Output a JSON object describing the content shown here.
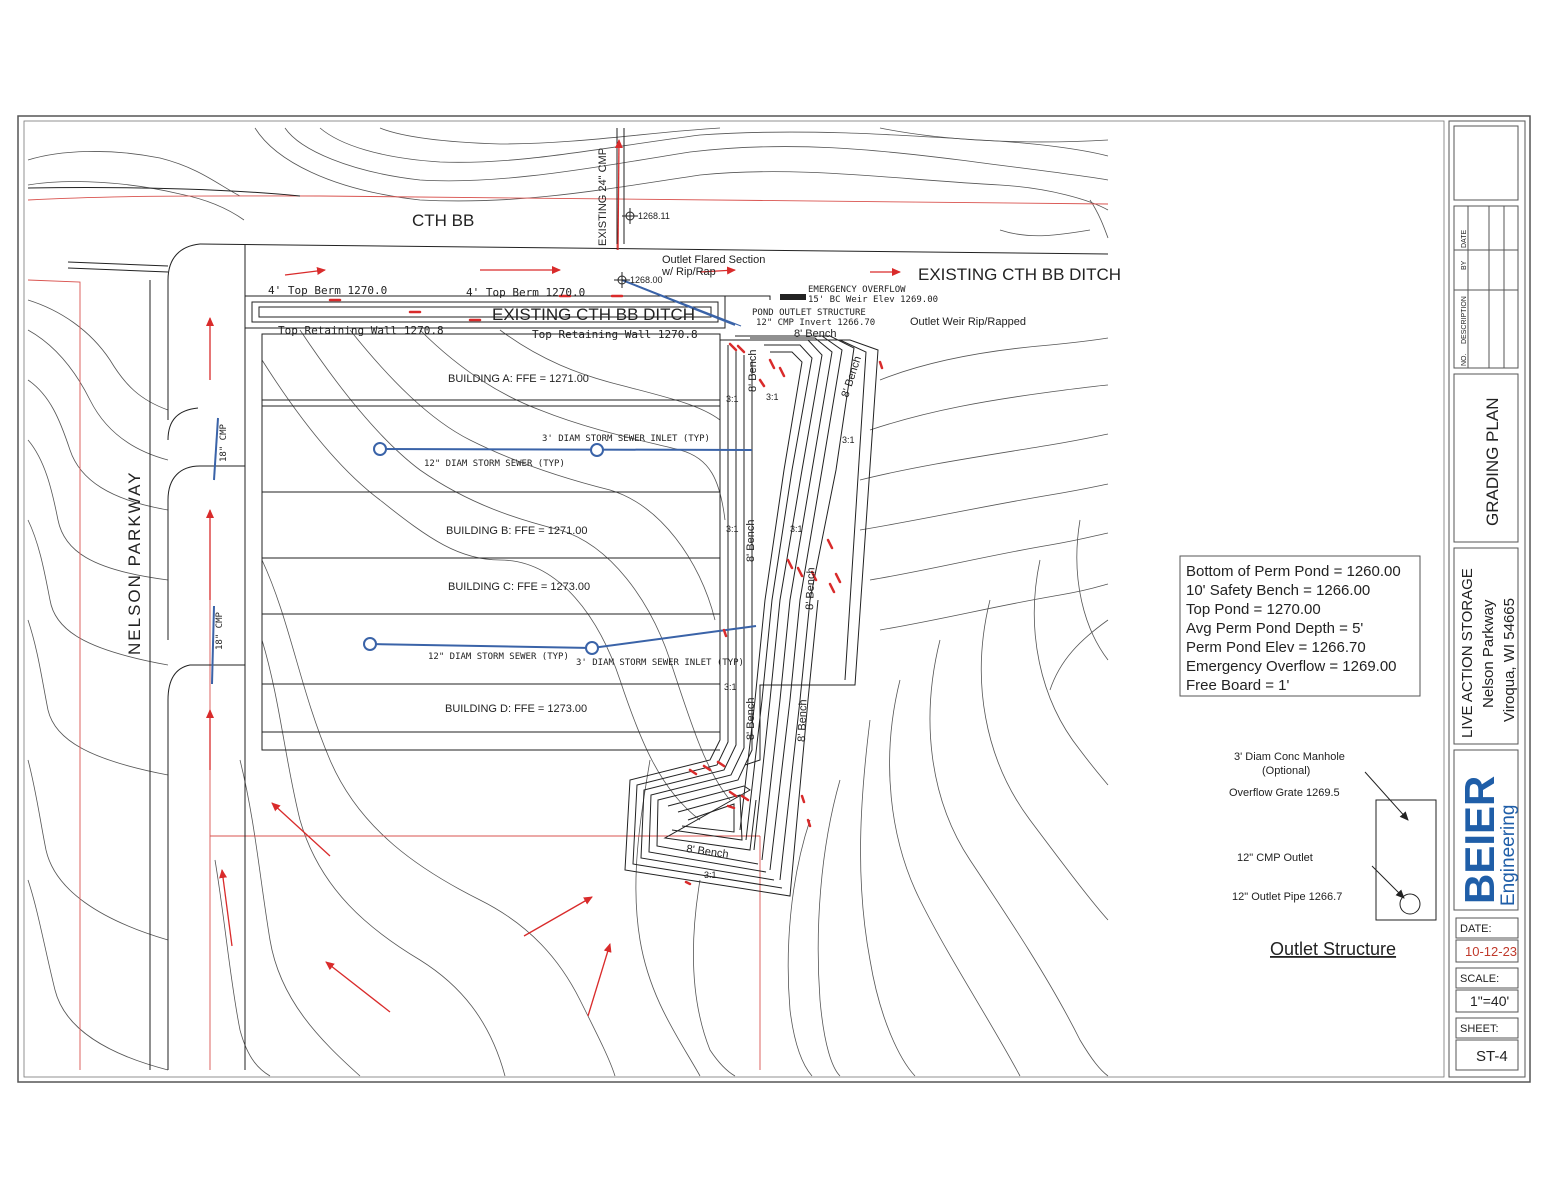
{
  "plan": {
    "road_top": "CTH BB",
    "road_left": "NELSON PARKWAY",
    "existing_ditch_right": "EXISTING CTH BB DITCH",
    "existing_ditch_center": "EXISTING CTH BB DITCH",
    "existing_cmp": "EXISTING 24\" CMP",
    "spot_elev_1": "1268.11",
    "spot_elev_2": "1268.00",
    "outlet_flared_1": "Outlet Flared Section",
    "outlet_flared_2": "w/ Rip/Rap",
    "emergency_overflow_1": "EMERGENCY OVERFLOW",
    "emergency_overflow_2": "15' BC Weir Elev 1269.00",
    "pond_outlet_1": "POND OUTLET STRUCTURE",
    "pond_outlet_2": "12\" CMP Invert 1266.70",
    "outlet_weir": "Outlet Weir Rip/Rapped",
    "top_berm_1": "4' Top Berm 1270.0",
    "top_berm_2": "4' Top Berm 1270.0",
    "retaining_wall_1": "Top Retaining Wall 1270.8",
    "retaining_wall_2": "Top Retaining Wall 1270.8",
    "building_a": "BUILDING A:  FFE = 1271.00",
    "building_b": "BUILDING B:  FFE = 1271.00",
    "building_c": "BUILDING C:  FFE = 1273.00",
    "building_d": "BUILDING D:  FFE = 1273.00",
    "inlet_1": "3' DIAM STORM SEWER INLET (TYP)",
    "sewer_1": "12\" DIAM STORM SEWER (TYP)",
    "sewer_2": "12\" DIAM STORM SEWER (TYP)",
    "inlet_2": "3' DIAM STORM SEWER INLET (TYP)",
    "cmp_1": "18\" CMP",
    "cmp_2": "18\" CMP",
    "bench": "8' Bench",
    "slope": "3:1"
  },
  "notes": [
    "Bottom of Perm Pond = 1260.00",
    "10' Safety Bench = 1266.00",
    "Top Pond = 1270.00",
    "Avg Perm Pond Depth = 5'",
    "Perm Pond Elev = 1266.70",
    "Emergency Overflow = 1269.00",
    "Free Board = 1'"
  ],
  "outlet_detail": {
    "manhole": "3' Diam Conc Manhole",
    "optional": "(Optional)",
    "grate": "Overflow Grate 1269.5",
    "cmp": "12\" CMP Outlet",
    "pipe": "12\" Outlet Pipe 1266.7",
    "title": "Outlet Structure"
  },
  "title_block": {
    "rev_no": "NO.",
    "rev_desc": "DESCRIPTION",
    "rev_by": "BY",
    "rev_date": "DATE",
    "sheet_title": "GRADING PLAN",
    "project": "LIVE ACTION STORAGE",
    "street": "Nelson Parkway",
    "city": "Viroqua, WI 54665",
    "firm_1": "BEIER",
    "firm_2": "Engineering",
    "date_label": "DATE:",
    "date_value": "10-12-23",
    "scale_label": "SCALE:",
    "scale_value": "1\"=40'",
    "sheet_label": "SHEET:",
    "sheet_value": "ST-4"
  },
  "colors": {
    "linework": "#222222",
    "property_line": "#d9534f",
    "drainage_arrow": "#d92b2b",
    "storm_pipe": "#3a63a8",
    "firm_blue": "#1f5ea8",
    "date_red": "#c0392b"
  }
}
